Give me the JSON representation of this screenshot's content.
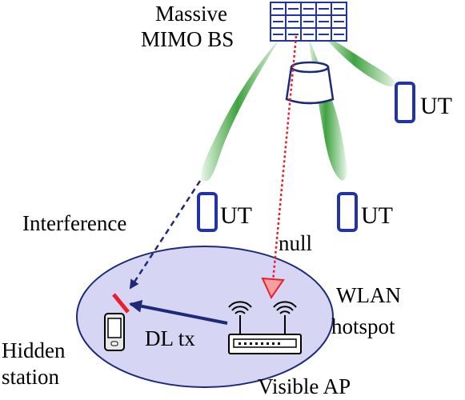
{
  "labels": {
    "bs_line1": "Massive",
    "bs_line2": "MIMO BS",
    "ut_right": "UT",
    "ut_left": "UT",
    "ut_mid": "UT",
    "interference": "Interference",
    "null": "null",
    "wlan": "WLAN",
    "hotspot": "hotspot",
    "dl_tx": "DL tx",
    "hidden": "Hidden",
    "station": "station",
    "visible_ap": "Visible AP"
  },
  "colors": {
    "antenna_blue": "#2233aa",
    "ut_blue": "#2233aa",
    "beam_green": "#2f9a2f",
    "ellipse_fill": "#d6d6f4",
    "interference_arrow": "#1e2a78",
    "null_arrow": "#e8202a",
    "dl_arrow": "#1e2a78",
    "block_mark": "#e8202a"
  }
}
